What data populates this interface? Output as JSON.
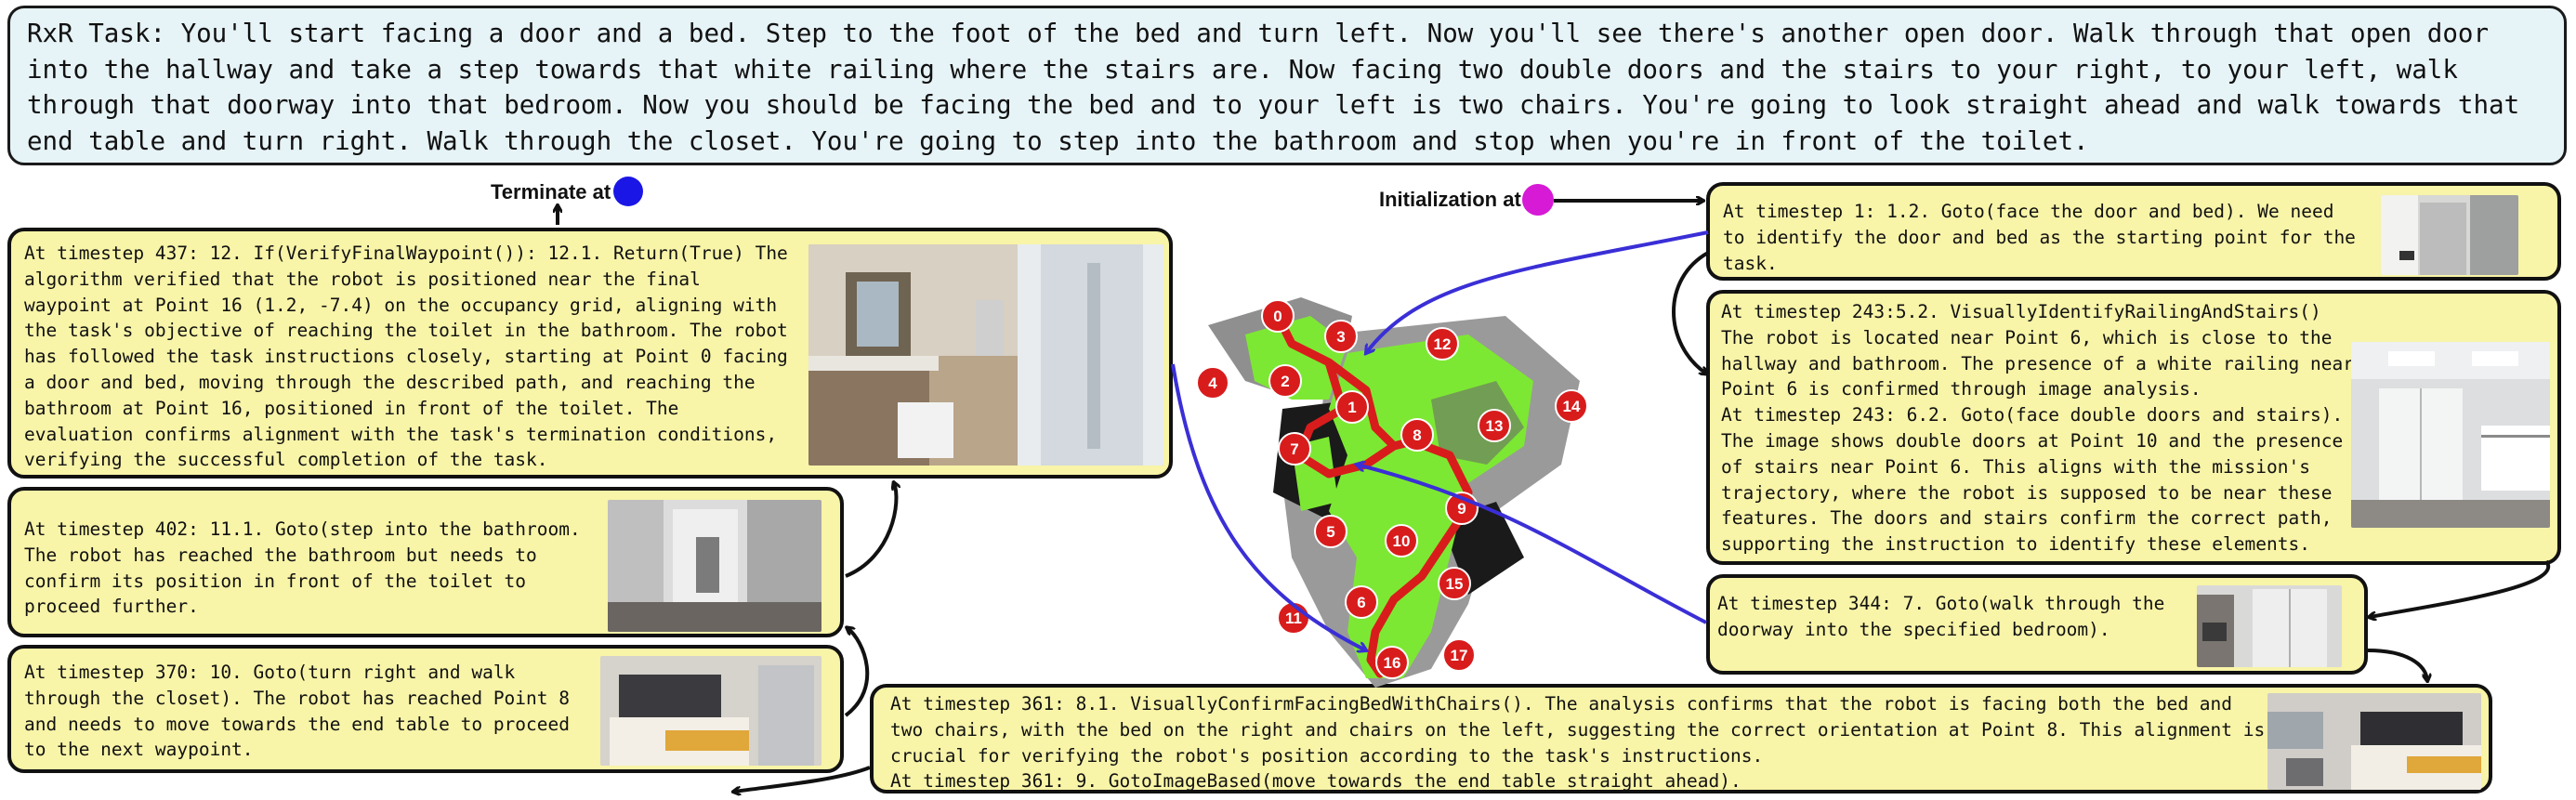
{
  "task": {
    "text": "RxR Task: You'll start facing a door and a bed. Step to the foot of the bed and turn left. Now you'll see there's another open door. Walk through that open door\ninto the hallway and take a step towards that white railing where the stairs are. Now facing two double doors and the stairs to your right, to your left, walk\nthrough that doorway into that bedroom. Now you should be facing the bed and to your left is two chairs. You're going to look straight ahead and walk towards that\nend table and turn right. Walk through the closet. You're going to step into the bathroom and stop when you're in front of the toilet."
  },
  "labels": {
    "terminate": "Terminate at",
    "initialization": "Initialization at"
  },
  "colors": {
    "terminate_dot": "#1a16e6",
    "init_dot": "#d61ad6",
    "box_fill": "#f8f4a8",
    "task_fill": "#e6f3f7",
    "arrow_blue": "#3a2fd6",
    "map_green": "#7de833",
    "waypoint_red": "#d81c1c"
  },
  "steps": {
    "t437": "At timestep 437: 12. If(VerifyFinalWaypoint()): 12.1. Return(True) The\nalgorithm verified that the robot is positioned near the final\nwaypoint at Point 16 (1.2, -7.4) on the occupancy grid, aligning with\nthe task's objective of reaching the toilet in the bathroom. The robot\nhas followed the task instructions closely, starting at Point 0 facing\na door and bed, moving through the described path, and reaching the\nbathroom at Point 16, positioned in front of the toilet. The\nevaluation confirms alignment with the task's termination conditions,\nverifying the successful completion of the task.",
    "t402": "At timestep 402: 11.1. Goto(step into the bathroom.\nThe robot has reached the bathroom but needs to\nconfirm its position in front of the toilet to\nproceed further.",
    "t370": "At timestep 370: 10. Goto(turn right and walk\nthrough the closet). The robot has reached Point 8\nand needs to move towards the end table to proceed\nto the next waypoint.",
    "t1": "At timestep 1: 1.2. Goto(face the door and bed). We need\nto identify the door and bed as the starting point for the\ntask.",
    "t243": "At timestep 243:5.2. VisuallyIdentifyRailingAndStairs()\nThe robot is located near Point 6, which is close to the\nhallway and bathroom. The presence of a white railing near\nPoint 6 is confirmed through image analysis.\nAt timestep 243: 6.2. Goto(face double doors and stairs).\nThe image shows double doors at Point 10 and the presence\nof stairs near Point 6. This aligns with the mission's\ntrajectory, where the robot is supposed to be near these\nfeatures. The doors and stairs confirm the correct path,\nsupporting the instruction to identify these elements.",
    "t344": "At timestep 344: 7. Goto(walk through the\ndoorway into the specified bedroom).",
    "t361": "At timestep 361: 8.1. VisuallyConfirmFacingBedWithChairs(). The analysis confirms that the robot is facing both the bed and\ntwo chairs, with the bed on the right and chairs on the left, suggesting the correct orientation at Point 8. This alignment is\ncrucial for verifying the robot's position according to the task's instructions.\nAt timestep 361: 9. GotoImageBased(move towards the end table straight ahead)."
  },
  "waypoints": [
    "0",
    "1",
    "2",
    "3",
    "4",
    "5",
    "6",
    "7",
    "8",
    "9",
    "10",
    "11",
    "12",
    "13",
    "14",
    "15",
    "16",
    "17"
  ]
}
